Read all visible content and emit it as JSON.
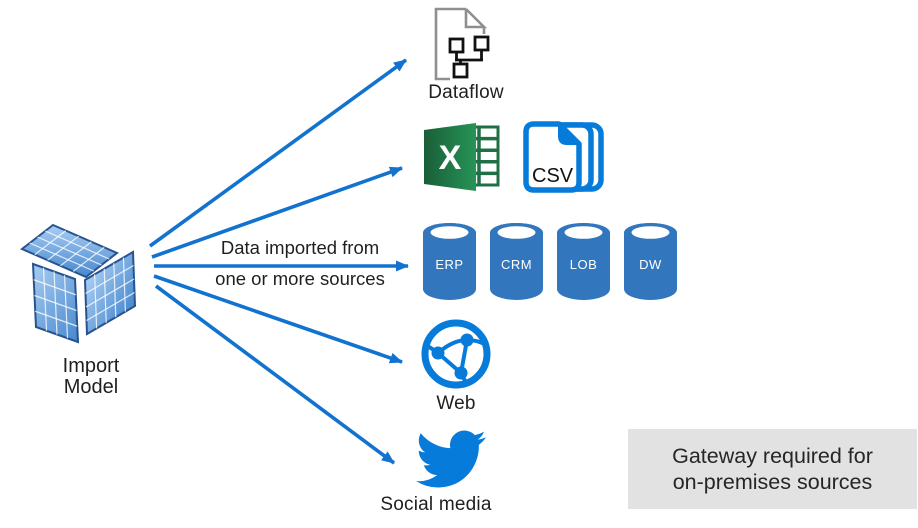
{
  "import_model": {
    "label_line1": "Import",
    "label_line2": "Model"
  },
  "flow_annotation": {
    "line1": "Data imported from",
    "line2": "one or more sources"
  },
  "destinations": {
    "dataflow": {
      "label": "Dataflow"
    },
    "excel": {
      "letter": "X"
    },
    "csv": {
      "label": "CSV"
    },
    "databases": {
      "items": [
        "ERP",
        "CRM",
        "LOB",
        "DW"
      ]
    },
    "web": {
      "label": "Web"
    },
    "social_media": {
      "label": "Social media"
    }
  },
  "gateway_note": {
    "line1": "Gateway required for",
    "line2": "on-premises sources"
  },
  "colors": {
    "arrow_blue": "#1173cf",
    "azure_blue": "#077bd9",
    "database_blue": "#3276bd",
    "excel_green": "#1f7145",
    "cube_blue_light": "#a9cdf2",
    "cube_blue_dark": "#4788cf",
    "note_bg": "#e2e2e2",
    "doc_gray": "#8f8f8f"
  }
}
